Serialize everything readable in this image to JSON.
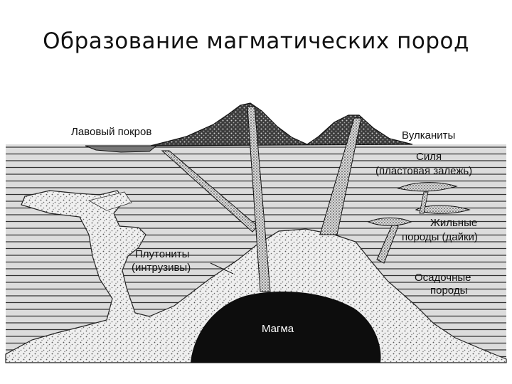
{
  "slide": {
    "title": "Образование магматических пород"
  },
  "diagram": {
    "labels": {
      "lava_cover": "Лавовый покров",
      "volcanites": "Вулканиты",
      "sill": "Силя",
      "sill_desc": "(пластовая залежь)",
      "dikes_1": "Жильные",
      "dikes_2": "породы (дайки)",
      "plutonites_1": "Плутониты",
      "plutonites_2": "(интрузивы)",
      "sedimentary_1": "Осадочные",
      "sedimentary_2": "породы",
      "magma": "Магма"
    },
    "colors": {
      "strata_bg": "#d8d8d8",
      "strata_line": "#3a3a3a",
      "intrusion_fill": "#eeeeee",
      "magma_fill": "#0d0d0d",
      "volcano_fill": "#6b6b6b"
    }
  }
}
